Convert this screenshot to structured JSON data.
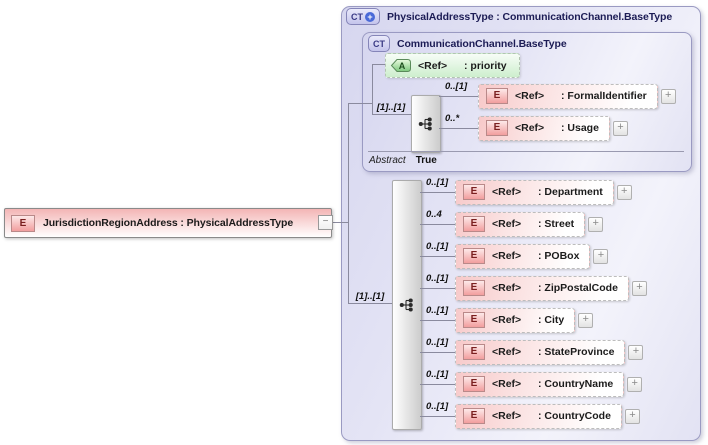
{
  "icons": {
    "element_letter": "E",
    "attribute_letter": "A",
    "complextype_label": "CT",
    "derived_plus": "+",
    "expand_glyph": "+",
    "collapse_glyph": "−"
  },
  "colors": {
    "container_lavender": "#dcdcf3",
    "element_pink": "#f7c9c9",
    "attribute_green": "#cdeecd",
    "title_navy": "#1c1c55",
    "derived_circle_blue": "#4a6ad8"
  },
  "root_element": {
    "label": "JurisdictionRegionAddress : PhysicalAddressType"
  },
  "outer_container": {
    "title": "PhysicalAddressType : CommunicationChannel.BaseType"
  },
  "base_container": {
    "title": "CommunicationChannel.BaseType",
    "attribute": {
      "ref": "<Ref>",
      "name": ": priority"
    },
    "compositor_cardinality": "[1]..[1]",
    "elements": [
      {
        "cardinality": "0..[1]",
        "ref": "<Ref>",
        "name": ": FormalIdentifier"
      },
      {
        "cardinality": "0..*",
        "ref": "<Ref>",
        "name": ": Usage"
      }
    ],
    "abstract_label": "Abstract",
    "abstract_value": "True"
  },
  "sequence": {
    "cardinality": "[1]..[1]",
    "elements": [
      {
        "cardinality": "0..[1]",
        "ref": "<Ref>",
        "name": ": Department"
      },
      {
        "cardinality": "0..4",
        "ref": "<Ref>",
        "name": ": Street"
      },
      {
        "cardinality": "0..[1]",
        "ref": "<Ref>",
        "name": ": POBox"
      },
      {
        "cardinality": "0..[1]",
        "ref": "<Ref>",
        "name": ": ZipPostalCode"
      },
      {
        "cardinality": "0..[1]",
        "ref": "<Ref>",
        "name": ": City"
      },
      {
        "cardinality": "0..[1]",
        "ref": "<Ref>",
        "name": ": StateProvince"
      },
      {
        "cardinality": "0..[1]",
        "ref": "<Ref>",
        "name": ": CountryName"
      },
      {
        "cardinality": "0..[1]",
        "ref": "<Ref>",
        "name": ": CountryCode"
      }
    ]
  }
}
